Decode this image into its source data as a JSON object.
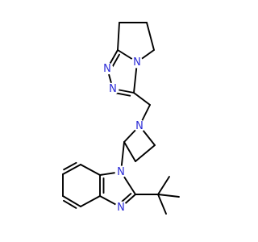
{
  "molecule": {
    "colors": {
      "bond": "#000000",
      "nitrogen": "#2a2ad6",
      "background": "#ffffff"
    },
    "atom_labels": [
      {
        "id": "n-triazole-bridge",
        "text": "N"
      },
      {
        "id": "n-triazole-1",
        "text": "N"
      },
      {
        "id": "n-triazole-2",
        "text": "N"
      },
      {
        "id": "n-azetidine",
        "text": "N"
      },
      {
        "id": "n-benzimidazole-1",
        "text": "N"
      },
      {
        "id": "n-benzimidazole-3",
        "text": "N"
      }
    ]
  }
}
